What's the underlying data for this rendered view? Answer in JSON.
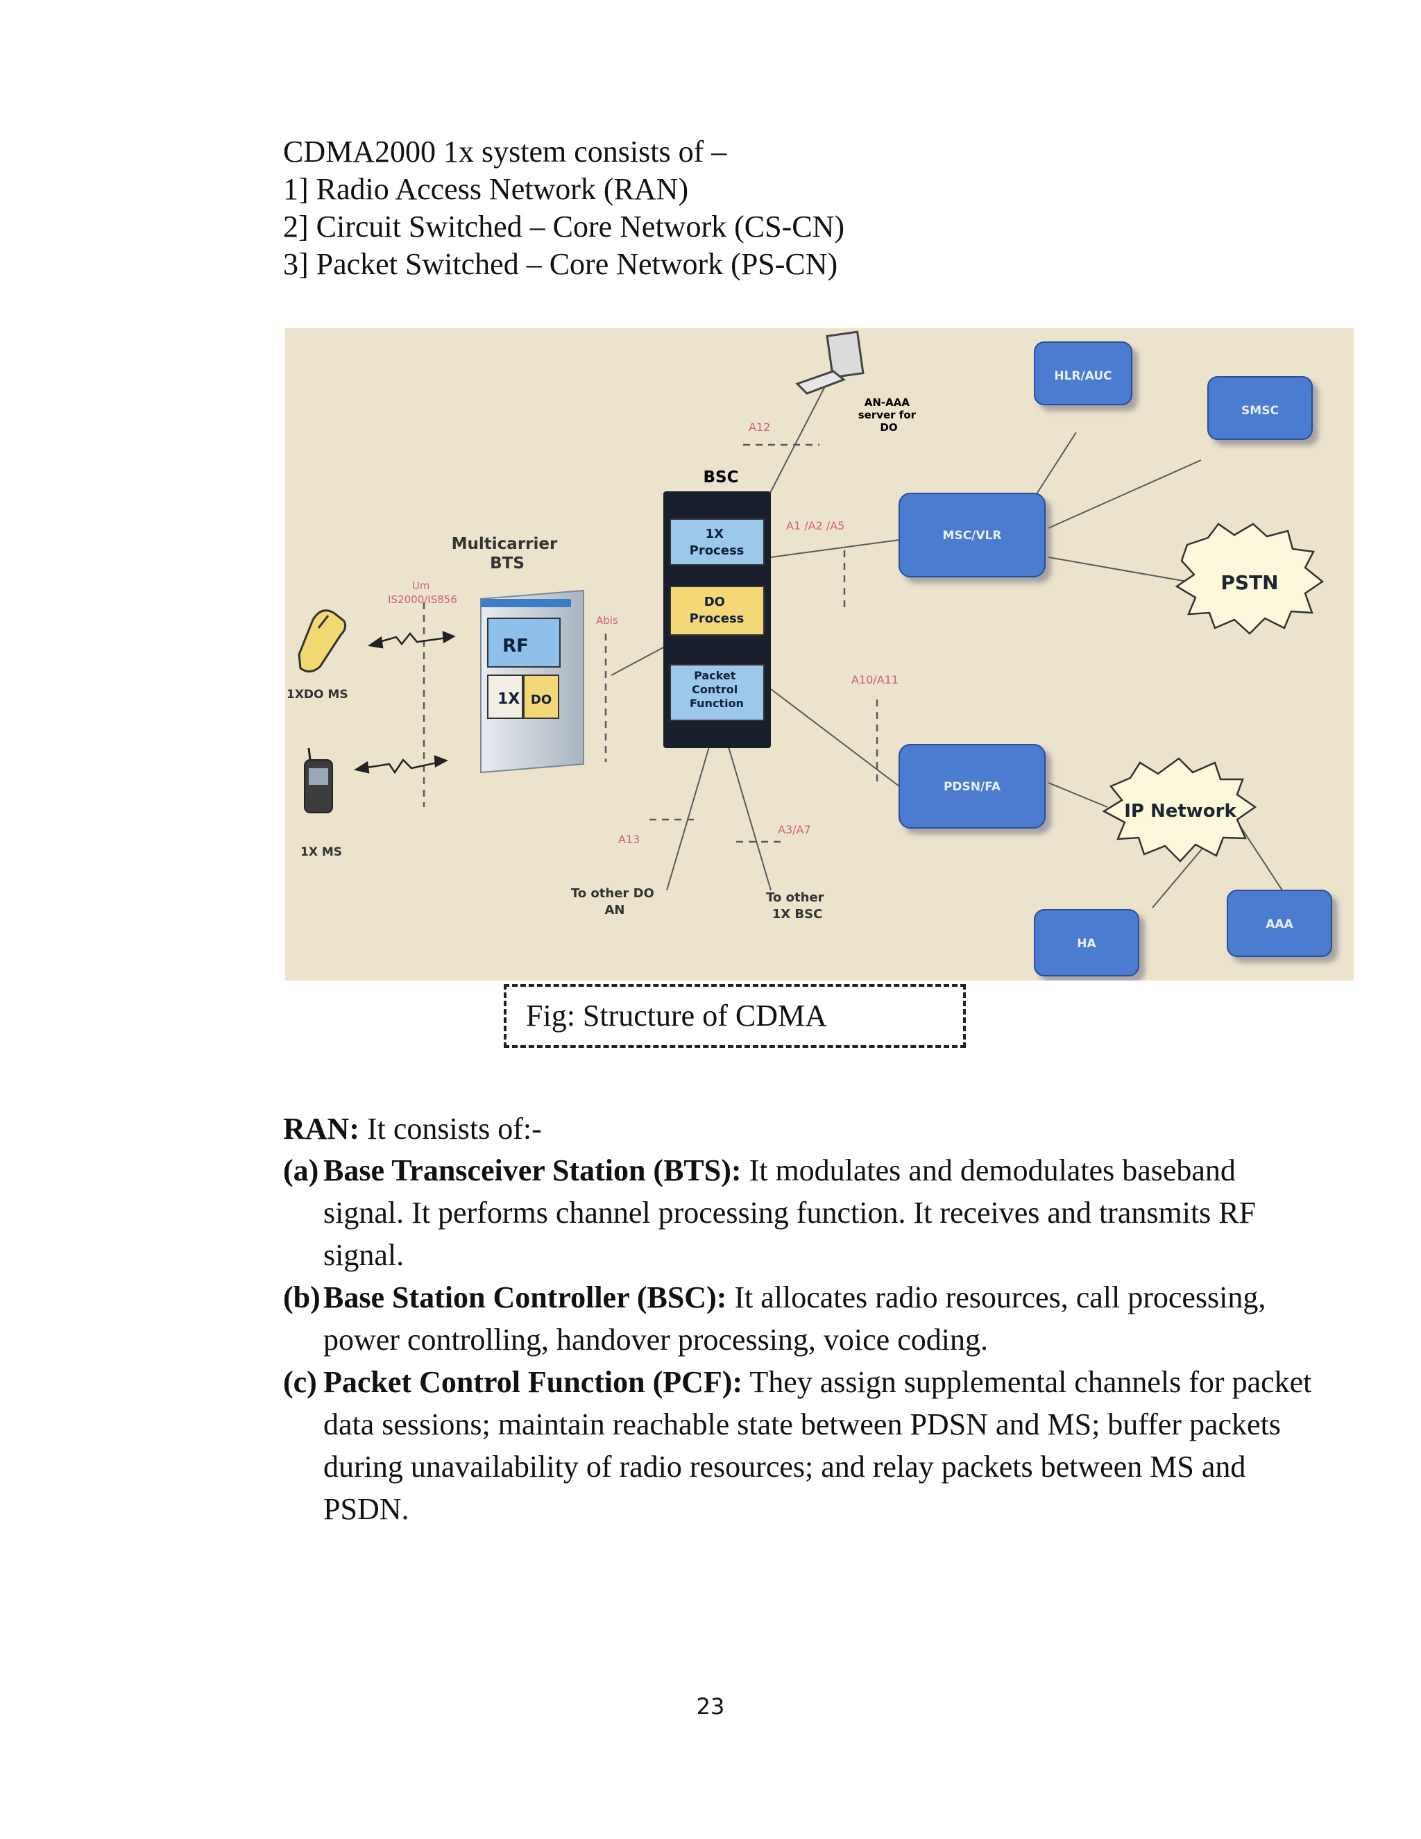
{
  "intro": {
    "lines": [
      "CDMA2000 1x system consists of –",
      "1] Radio Access Network (RAN)",
      "2] Circuit Switched – Core Network (CS-CN)",
      "3] Packet Switched – Core Network (PS-CN)"
    ]
  },
  "diagram": {
    "nodes": {
      "hlr": "HLR/AUC",
      "smsc": "SMSC",
      "msc": "MSC/VLR",
      "pstn": "PSTN",
      "pdsn": "PDSN/FA",
      "ip": "IP Network",
      "ha": "HA",
      "aaa": "AAA",
      "bsc": "BSC",
      "bsc_1x": [
        "1X",
        "Process"
      ],
      "bsc_do": [
        "DO",
        "Process"
      ],
      "bsc_pcf": [
        "Packet",
        "Control",
        "Function"
      ],
      "bts": [
        "Multicarrier",
        "BTS"
      ],
      "bts_rf": "RF",
      "bts_1x": "1X",
      "bts_do": "DO",
      "server": [
        "AN-AAA",
        "server for",
        "DO"
      ],
      "ms_1xdo": "1XDO MS",
      "ms_1x": "1X MS",
      "other_do": [
        "To other DO",
        "AN"
      ],
      "other_1x": [
        "To other",
        "1X BSC"
      ]
    },
    "interfaces": {
      "um": [
        "Um",
        "IS2000/IS856"
      ],
      "abis": "Abis",
      "a12": "A12",
      "a1a2a5": "A1 /A2 /A5",
      "a10a11": "A10/A11",
      "a13": "A13",
      "a3a7": "A3/A7"
    },
    "colors": {
      "background": "#ece3cd",
      "node_blue": "#4b7cd0",
      "bsc_blue": "#9cc8ec",
      "do_yellow": "#f4d878",
      "interface_red": "#d0607a"
    }
  },
  "caption": "Fig: Structure of CDMA",
  "ran": {
    "heading": "RAN:",
    "heading_rest": " It consists of:-",
    "items": [
      {
        "marker": "(a)",
        "term": "Base Transceiver Station (BTS):",
        "text": " It modulates and demodulates baseband signal. It performs channel processing function. It receives and transmits RF signal."
      },
      {
        "marker": "(b)",
        "term": "Base Station Controller (BSC):",
        "text": " It allocates radio resources, call processing, power controlling, handover processing, voice coding."
      },
      {
        "marker": "(c)",
        "term": "Packet Control Function (PCF):",
        "text": " They assign supplemental channels for packet data sessions; maintain reachable state between PDSN and MS; buffer packets during unavailability of radio resources; and relay packets between MS and PSDN."
      }
    ]
  },
  "page_number": "23"
}
